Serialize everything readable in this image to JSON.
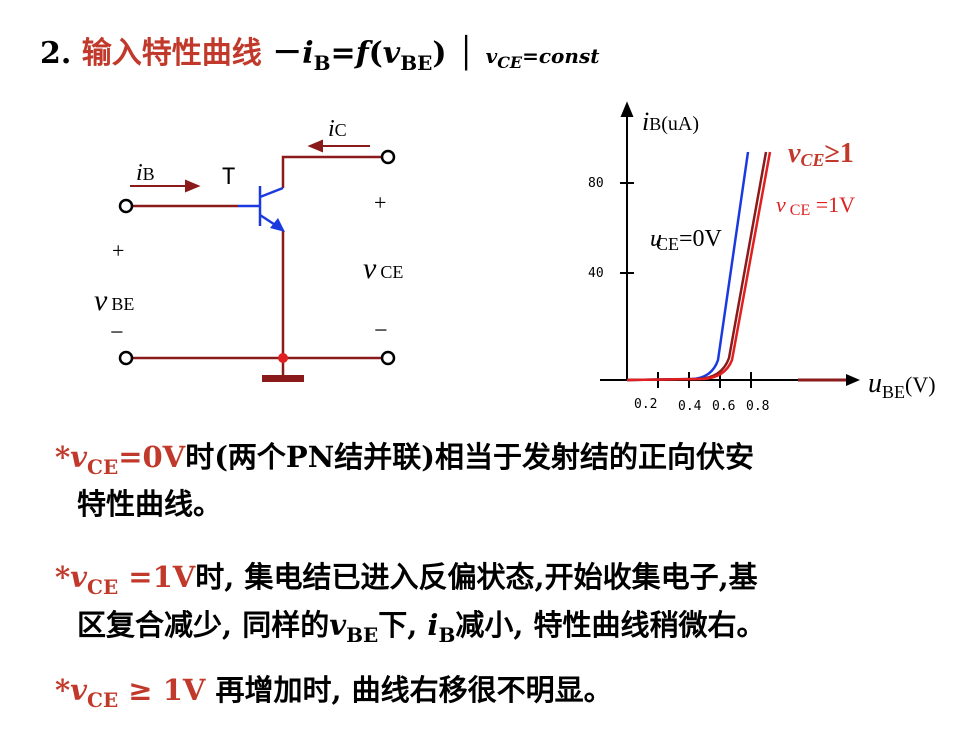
{
  "title": {
    "number": "2.",
    "cn": "输入特性曲线",
    "dash": "－",
    "formula_i": "i",
    "formula_sub_b": "B",
    "formula_eq": "=",
    "formula_f": "f",
    "formula_paren_open": "(",
    "formula_v": "v",
    "formula_sub_be": "BE",
    "formula_paren_close": ")",
    "bar": "│",
    "cond_v": "v",
    "cond_sub": "CE",
    "cond_rest": "=const"
  },
  "circuit": {
    "ib_i": "i",
    "ib_sub": "B",
    "ic_i": "i",
    "ic_sub": "C",
    "transistor": "T",
    "plus_left": "+",
    "minus_left": "−",
    "vbe_v": "v",
    "vbe_sub": "BE",
    "plus_right": "+",
    "minus_right": "−",
    "vce_v": "v",
    "vce_sub": "CE"
  },
  "graph": {
    "y_i": "i",
    "y_sub": "B",
    "y_unit": "(uA)",
    "x_u": "u",
    "x_sub": "BE",
    "x_unit": "(V)",
    "y_ticks": [
      "80",
      "40"
    ],
    "x_ticks": [
      "0.2",
      "0.4",
      "0.6",
      "0.8"
    ],
    "label_ge1_v": "v",
    "label_ge1_sub": "CE",
    "label_ge1_rest": "≥1",
    "label_1v_v": "v",
    "label_1v_sub": "CE",
    "label_1v_rest": " =1V",
    "label_0v_u": "u",
    "label_0v_sub": "CE",
    "label_0v_rest": "=0V",
    "colors": {
      "blue": "#1a3ae0",
      "red": "#e02020",
      "dark_red": "#8b1a1a"
    }
  },
  "bullets": [
    {
      "star": "*",
      "v": "v",
      "sub": "CE",
      "cond": "=0V",
      "text": "时(两个PN结并联)相当于发射结的正向伏安",
      "text2": "特性曲线。"
    },
    {
      "star": "*",
      "v": "v",
      "sub": "CE",
      "cond": " =1V",
      "text_a": "时, 集电结已进入反偏状态,开始收集电子,基",
      "text_b": "区复合减少, 同样的",
      "v2": "v",
      "sub2": "BE",
      "text_c": "下, ",
      "i": "i",
      "sub3": "B",
      "text_d": "减小, 特性曲线稍微右。"
    },
    {
      "star": "*",
      "v": "v",
      "sub": "CE",
      "cond": " ≥ 1V",
      "text": " 再增加时, 曲线右移很不明显。"
    }
  ]
}
